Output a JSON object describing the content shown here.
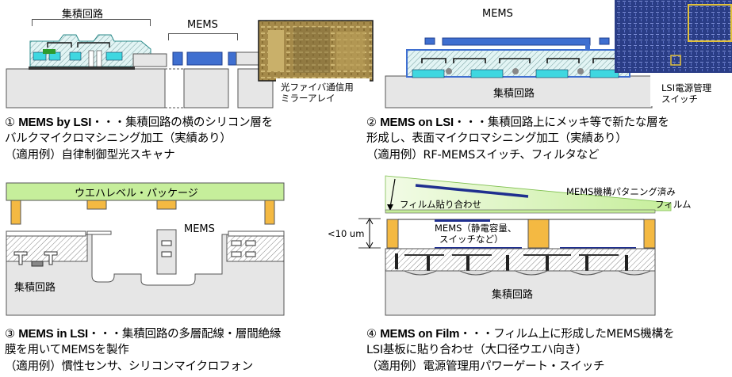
{
  "panels": [
    {
      "id": "mems-by-lsi",
      "caption": {
        "prefix": "① ",
        "title": "MEMS by LSI",
        "rest": "・・・集積回路の横のシリコン層を",
        "line2": "バルクマイクロマシニング加工（実績あり）",
        "line3": "（適用例）自律制御型光スキャナ"
      },
      "labels": {
        "top_left": "集積回路",
        "top_right": "MEMS",
        "photo_line1": "光ファイバ通信用",
        "photo_line2": "ミラーアレイ"
      }
    },
    {
      "id": "mems-on-lsi",
      "caption": {
        "prefix": "② ",
        "title": "MEMS on LSI",
        "rest": "・・・集積回路上にメッキ等で新たな層を",
        "line2": "形成し、表面マイクロマシニング加工（実績あり）",
        "line3": "（適用例）RF-MEMSスイッチ、フィルタなど"
      },
      "labels": {
        "top": "MEMS",
        "substrate": "集積回路",
        "photo_line1": "LSI電源管理",
        "photo_line2": "スイッチ"
      }
    },
    {
      "id": "mems-in-lsi",
      "caption": {
        "prefix": "③ ",
        "title": "MEMS in LSI",
        "rest": "・・・集積回路の多層配線・層間絶縁",
        "line2": "膜を用いてMEMSを製作",
        "line3": "（適用例）慣性センサ、シリコンマイクロフォン"
      },
      "labels": {
        "package": "ウエハレベル・パッケージ",
        "mems": "MEMS",
        "substrate": "集積回路"
      }
    },
    {
      "id": "mems-on-film",
      "caption": {
        "prefix": "④ ",
        "title": "MEMS on Film",
        "rest": "・・・フィルム上に形成したMEMS機構を",
        "line2": "LSI基板に貼り合わせ（大口径ウエハ向き）",
        "line3": "（適用例）電源管理用パワーゲート・スイッチ"
      },
      "labels": {
        "film_line1": "MEMS機構パタニング済み",
        "film_line2": "フィルム",
        "bond": "フィルム貼り合わせ",
        "gap": "<10 um",
        "mems_line1": "MEMS（静電容量、",
        "mems_line2": "スイッチなど）",
        "substrate": "集積回路"
      }
    }
  ],
  "colors": {
    "substrate": "#e6e6e6",
    "hatch_fill": "#dff3f3",
    "cyan": "#3fd7e0",
    "blue": "#3f6fd0",
    "dark_blue": "#1f2f8f",
    "green": "#9be08a",
    "orange": "#f4b942",
    "package_green": "#c6ee9b"
  }
}
